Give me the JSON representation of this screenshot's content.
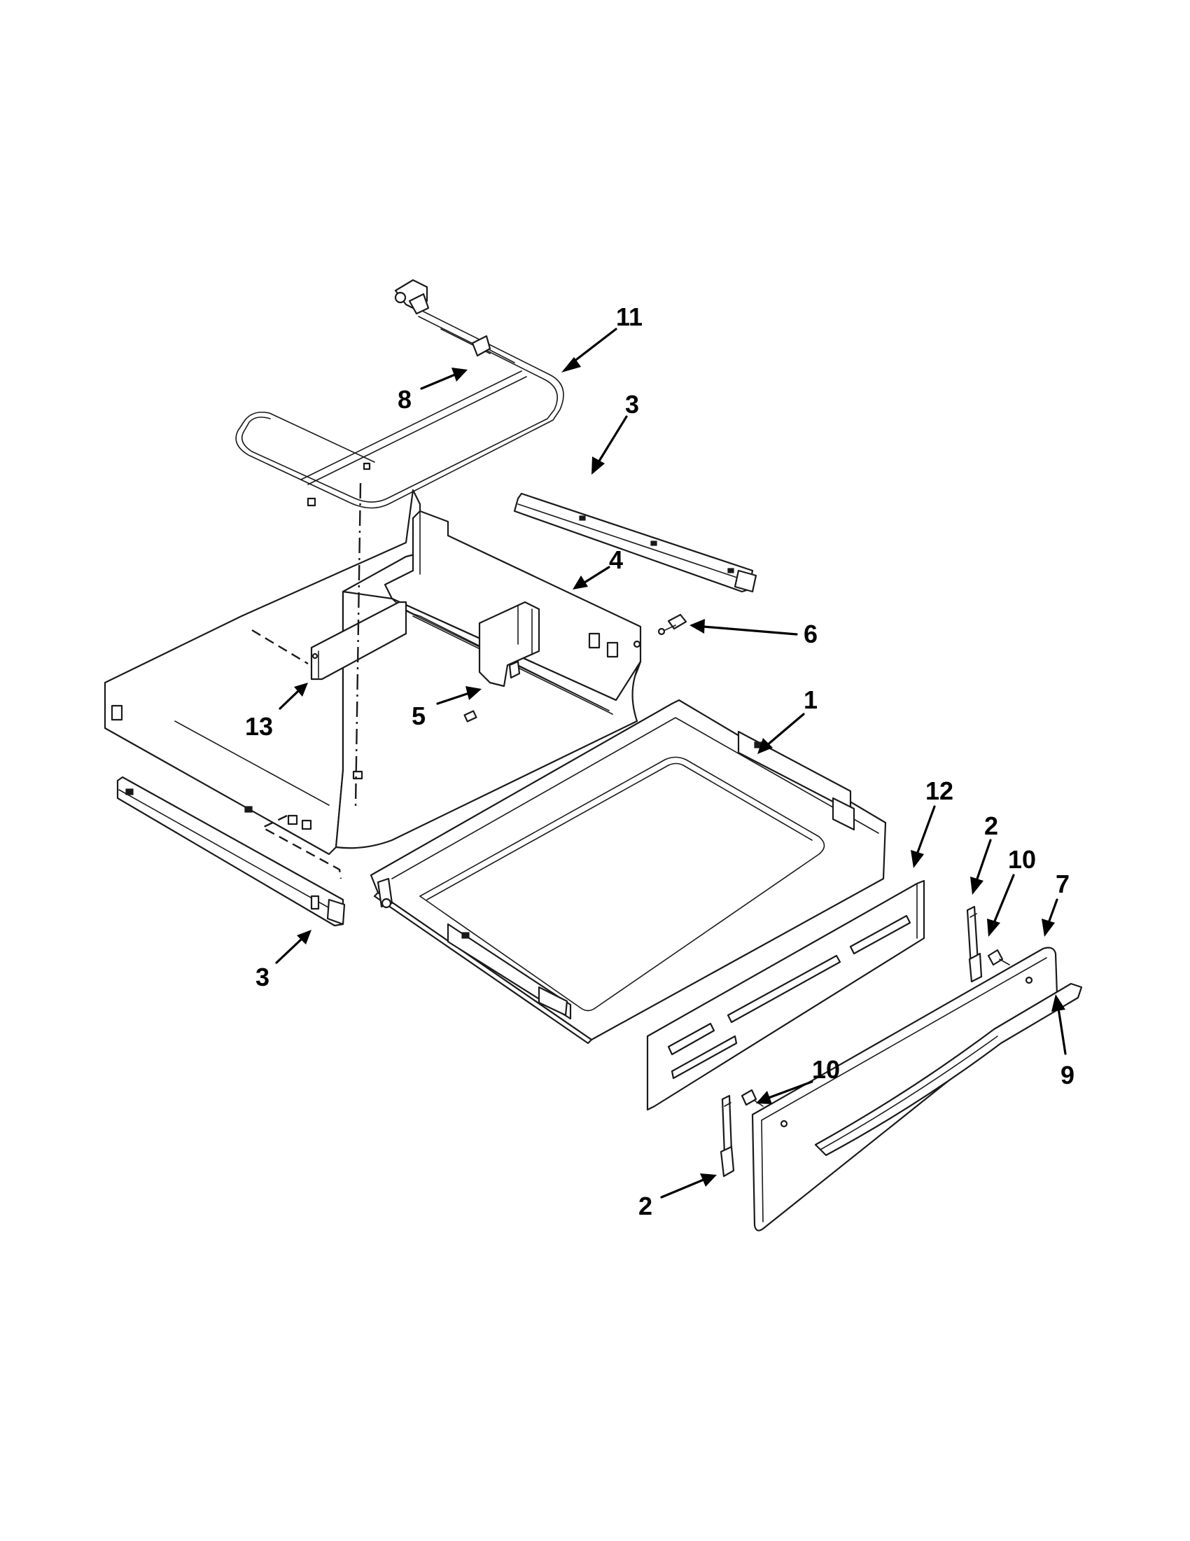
{
  "diagram": {
    "callouts": [
      {
        "id": "c11",
        "label": "11"
      },
      {
        "id": "c8",
        "label": "8"
      },
      {
        "id": "c3a",
        "label": "3"
      },
      {
        "id": "c4",
        "label": "4"
      },
      {
        "id": "c6",
        "label": "6"
      },
      {
        "id": "c1",
        "label": "1"
      },
      {
        "id": "c13",
        "label": "13"
      },
      {
        "id": "c5",
        "label": "5"
      },
      {
        "id": "c12",
        "label": "12"
      },
      {
        "id": "c2a",
        "label": "2"
      },
      {
        "id": "c10a",
        "label": "10"
      },
      {
        "id": "c7",
        "label": "7"
      },
      {
        "id": "c3b",
        "label": "3"
      },
      {
        "id": "c9",
        "label": "9"
      },
      {
        "id": "c10b",
        "label": "10"
      },
      {
        "id": "c2b",
        "label": "2"
      }
    ]
  }
}
